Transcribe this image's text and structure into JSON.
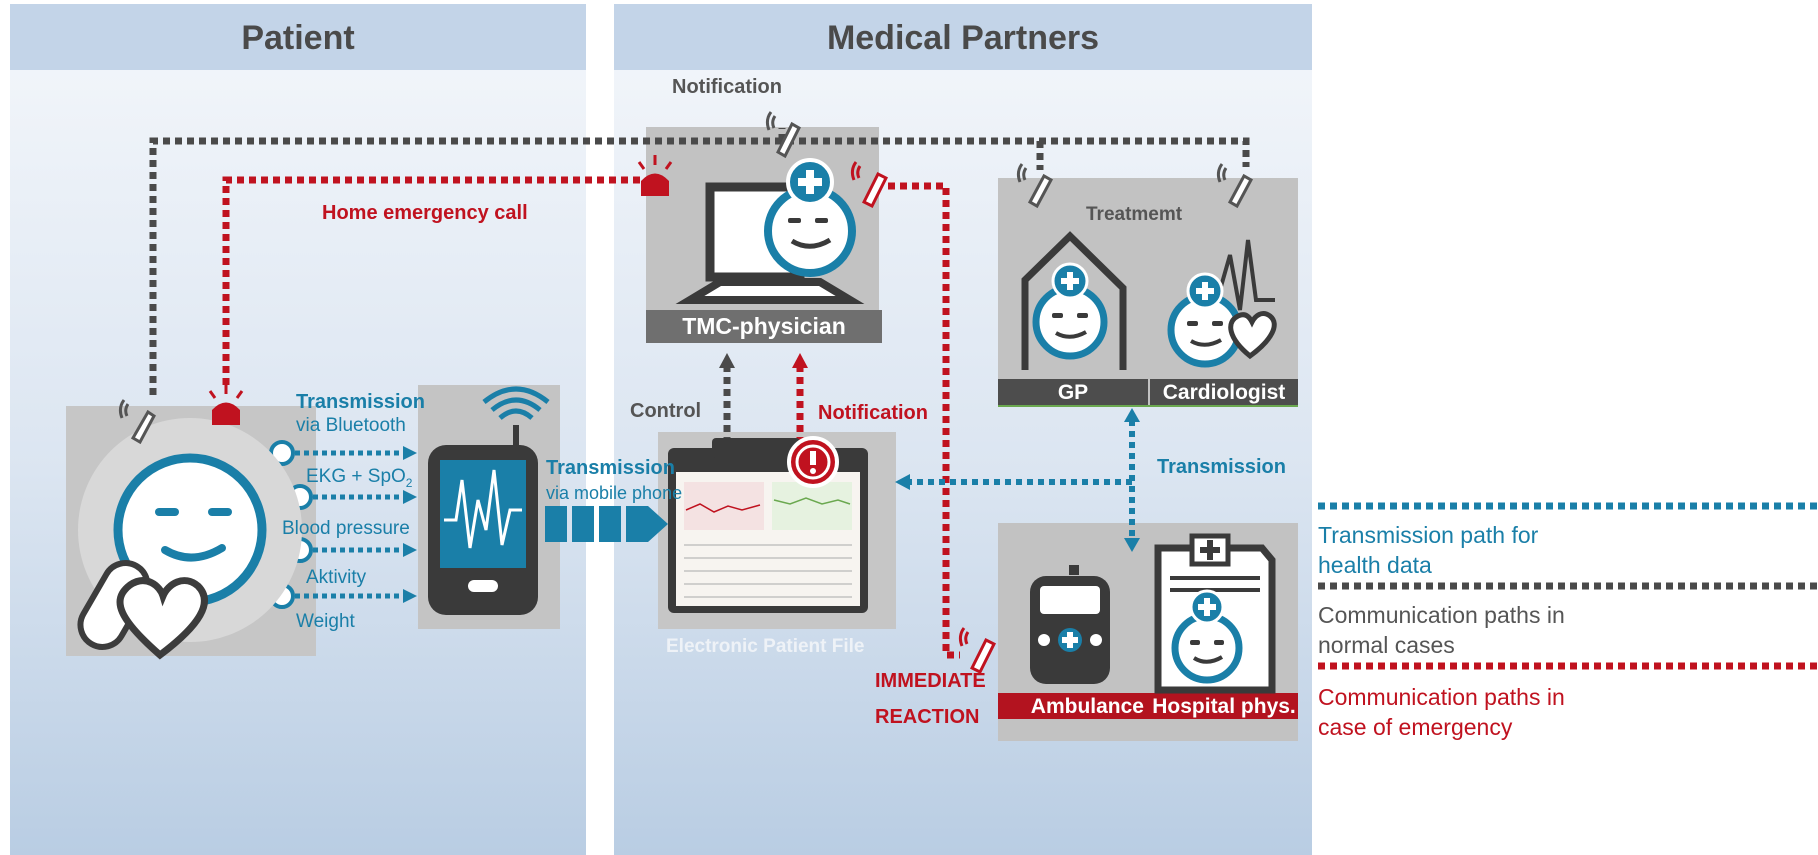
{
  "columns": {
    "patient": "Patient",
    "partners": "Medical Partners"
  },
  "labels": {
    "notification_top": "Notification",
    "home_emergency_call": "Home emergency call",
    "transmission_bt_title": "Transmission",
    "transmission_bt_sub": "via Bluetooth",
    "ekg": "EKG + SpO",
    "ekg_sub": "2",
    "blood_pressure": "Blood pressure",
    "activity": "Aktivity",
    "weight": "Weight",
    "transmission_mobile_title": "Transmission",
    "transmission_mobile_sub": "via mobile phone",
    "control": "Control",
    "notification_red": "Notification",
    "transmission_right": "Transmission",
    "immediate": "IMMEDIATE",
    "reaction": "REACTION",
    "electronic_patient_file": "Electronic Patient File"
  },
  "boxes": {
    "tmc": "TMC-physician",
    "treatment": "Treatmemt",
    "gp": "GP",
    "cardiologist": "Cardiologist",
    "ambulance": "Ambulance",
    "hospital": "Hospital phys."
  },
  "legend": [
    {
      "text_1": "Transmission path for",
      "text_2": "health data",
      "color": "#1a7fa8"
    },
    {
      "text_1": "Communication paths in",
      "text_2": "normal cases",
      "color": "#4a4a4a"
    },
    {
      "text_1": "Communication paths in",
      "text_2": "case of emergency",
      "color": "#c0121f"
    }
  ],
  "colors": {
    "blue": "#1a7fa8",
    "grey": "#4a4a4a",
    "red": "#c0121f",
    "header": "#c3d4e8"
  },
  "icons": [
    "phone-icon",
    "alarm-light-icon",
    "laptop-icon",
    "doctor-face-icon",
    "house-icon",
    "heart-icon",
    "smartphone-icon",
    "clipboard-icon",
    "alert-icon",
    "ambulance-icon",
    "hospital-document-icon",
    "patient-face-icon",
    "pill-icon"
  ]
}
